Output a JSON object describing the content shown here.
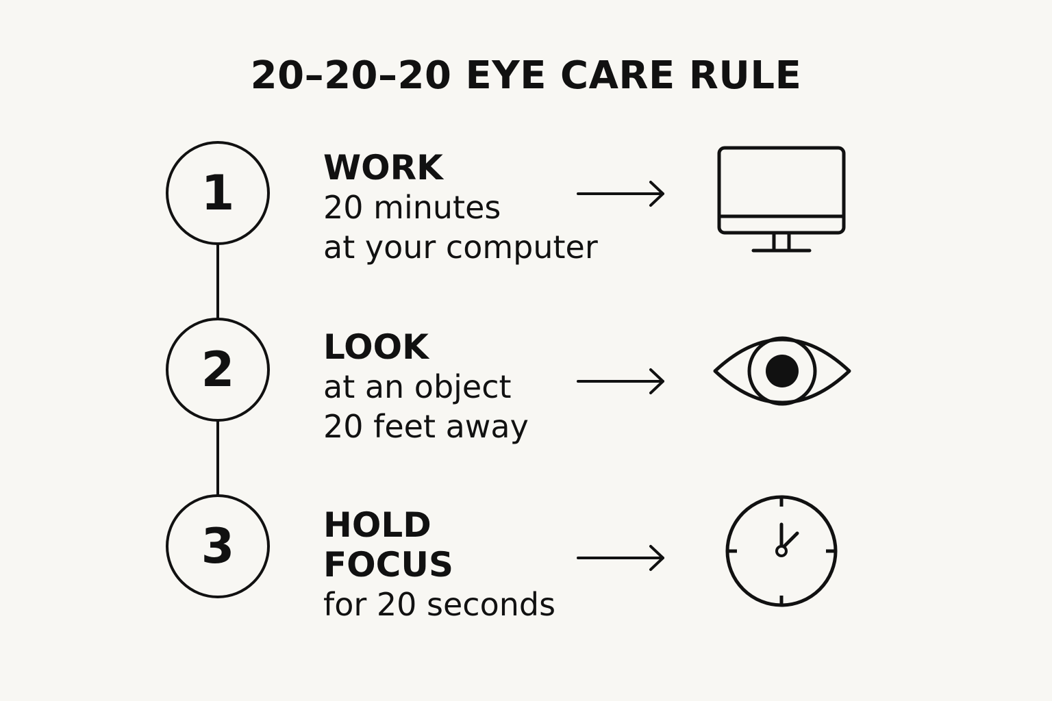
{
  "title": "20–20–20 EYE CARE RULE",
  "steps": [
    {
      "number": "1",
      "heading": "WORK",
      "description": "20 minutes\nat your computer",
      "icon": "monitor-icon"
    },
    {
      "number": "2",
      "heading": "LOOK",
      "description": "at an object\n20 feet away",
      "icon": "eye-icon"
    },
    {
      "number": "3",
      "heading": "HOLD\nFOCUS",
      "description": "for 20 seconds",
      "icon": "clock-icon"
    }
  ],
  "colors": {
    "background": "#f8f7f3",
    "ink": "#111111"
  }
}
